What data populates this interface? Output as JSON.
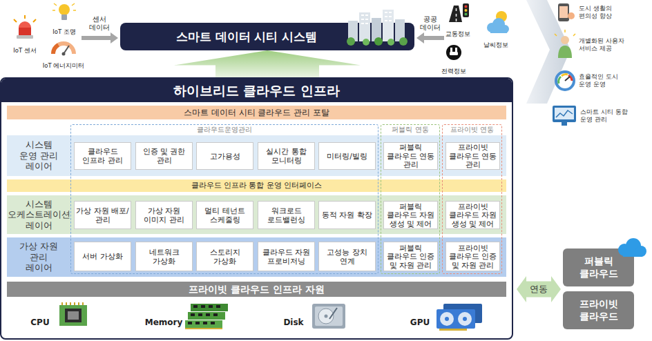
{
  "diagram": {
    "nodes": [
      {
        "text": [
          "스마트 데이터 시티 시스템"
        ]
      },
      {
        "text": [
          "하이브리드 클라우드 인프라"
        ]
      },
      {
        "text": [
          "스마트 데이터 시티 클라우드 관리 포탈"
        ],
        "in": 1
      },
      {
        "text": [
          "시스템 운영 관리 레이어"
        ],
        "in": 1
      },
      {
        "text": [
          "클라우드 인프라 통합 운영 인터페이스"
        ],
        "in": 1
      },
      {
        "text": [
          "시스템 오케스트레이션 레이어"
        ],
        "in": 1
      },
      {
        "text": [
          "가상 자원 관리 레이어"
        ],
        "in": 1
      },
      {
        "text": [
          "프라이빗 클라우드 인프라 자원"
        ],
        "in": 1
      },
      {
        "text": [
          "클라우드운영관리"
        ],
        "in": 1
      },
      {
        "text": [
          "클라우드 인프라 관리"
        ],
        "in": 8
      },
      {
        "text": [
          "인증 및 권한 관리"
        ],
        "in": 8
      },
      {
        "text": [
          "고가용성"
        ],
        "in": 8
      },
      {
        "text": [
          "실시간 통합 모니터링"
        ],
        "in": 8
      },
      {
        "text": [
          "미터링/빌링"
        ],
        "in": 8
      },
      {
        "text": [
          "가상 자원 배포/관리"
        ],
        "in": 8
      },
      {
        "text": [
          "가상 자원 이미지 관리"
        ],
        "in": 8
      },
      {
        "text": [
          "멀티 테넌트 스케줄링"
        ],
        "in": 8
      },
      {
        "text": [
          "워크로드 로드밸런싱"
        ],
        "in": 8
      },
      {
        "text": [
          "동적 자원 확장"
        ],
        "in": 8
      },
      {
        "text": [
          "서버 가상화"
        ],
        "in": 8
      },
      {
        "text": [
          "네트워크 가상화"
        ],
        "in": 8
      },
      {
        "text": [
          "스토리지 가상화"
        ],
        "in": 8
      },
      {
        "text": [
          "클라우드 자원 프로비저닝"
        ],
        "in": 8
      },
      {
        "text": [
          "고성능 장치 연계"
        ],
        "in": 8
      },
      {
        "text": [
          "퍼블릭 연동"
        ],
        "in": 1
      },
      {
        "text": [
          "퍼블릭 클라우드 연동 관리"
        ],
        "in": 24
      },
      {
        "text": [
          "퍼블릭 클라우드 자원 생성 및 제어"
        ],
        "in": 24
      },
      {
        "text": [
          "퍼블릭 클라우드 인증 및 자원 관리"
        ],
        "in": 24
      },
      {
        "text": [
          "프라이빗 연동"
        ],
        "in": 1
      },
      {
        "text": [
          "프라이빗 클라우드 연동 관리"
        ],
        "in": 28
      },
      {
        "text": [
          "프라이빗 클라우드 자원 생성 및 제어"
        ],
        "in": 28
      },
      {
        "text": [
          "프라이빗 클라우드 인증 및 자원 관리"
        ],
        "in": 28
      },
      {
        "text": [
          "연동"
        ]
      },
      {
        "text": [
          "퍼블릭 클라우드"
        ]
      },
      {
        "text": [
          "프라이빗 클라우드"
        ]
      }
    ],
    "edges": [
      {
        "from": 1,
        "to": 0,
        "arrow": "to"
      }
    ],
    "labels": [
      "IoT 조명",
      "IoT 센서",
      "센서 데이터",
      "IoT 에너지미터",
      "교통정보",
      "공공 데이터",
      "날씨정보",
      "전력정보",
      "도시 생활의 편의성 향상",
      "개별화된 사용자 서비스 제공",
      "효율적인 도시 운영 운영",
      "스마트 시티 통합 운영 관리",
      "CPU",
      "Memory",
      "Disk",
      "GPU"
    ]
  }
}
